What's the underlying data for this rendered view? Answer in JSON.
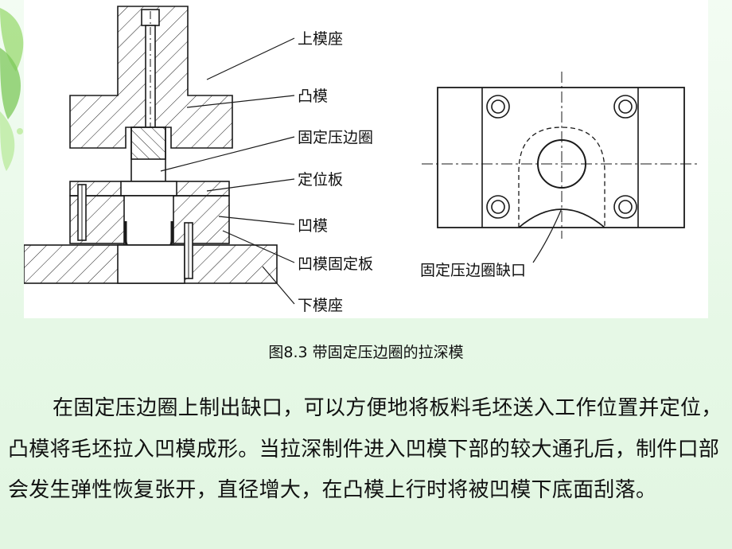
{
  "labels": {
    "upper_base": "上模座",
    "punch": "凸模",
    "fixed_blankholder": "固定压边圈",
    "locating_plate": "定位板",
    "die": "凹模",
    "die_retainer": "凹模固定板",
    "lower_base": "下模座",
    "blankholder_notch": "固定压边圈缺口"
  },
  "caption": "图8.3  带固定压边圈的拉深模",
  "paragraph": "在固定压边圈上制出缺口，可以方便地将板料毛坯送入工作位置并定位，凸模将毛坯拉入凹模成形。当拉深制件进入凹模下部的较大通孔后，制件口部会发生弹性恢复张开，直径增大，在凸模上行时将被凹模下底面刮落。",
  "colors": {
    "background": "#e7f8e7",
    "line": "#1a1a1a",
    "leaf_green": "#8fd36a"
  }
}
